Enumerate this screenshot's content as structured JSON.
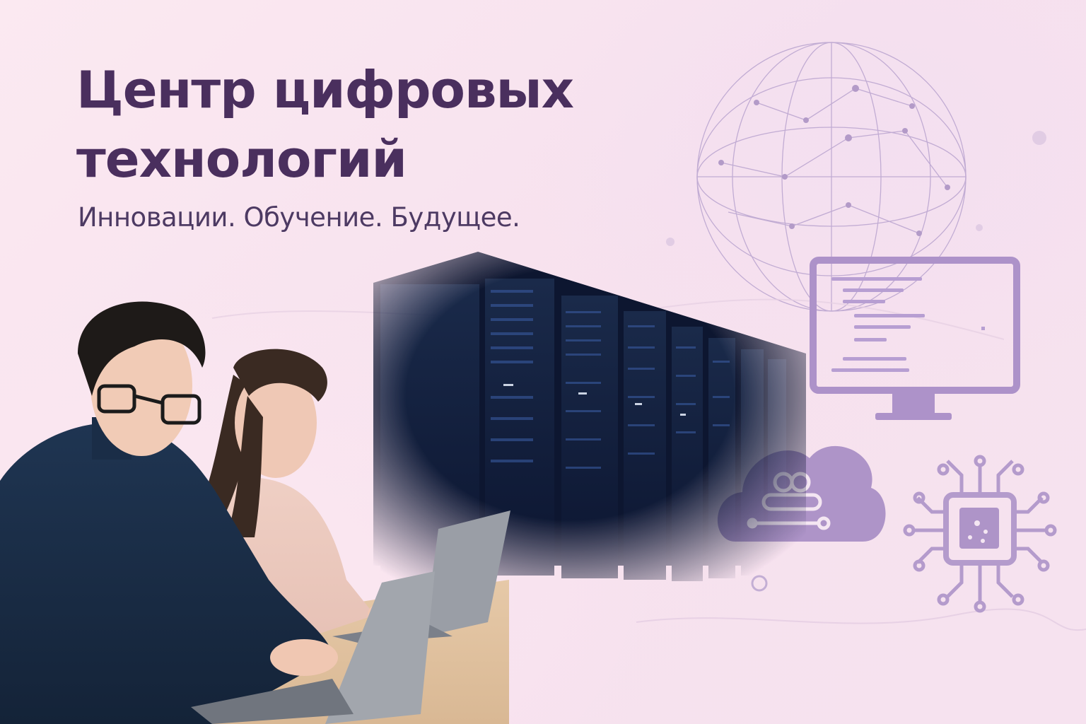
{
  "hero": {
    "title_line1": "Центр цифровых",
    "title_line2": "технологий",
    "tagline": "Инновации. Обучение. Будущее."
  },
  "colors": {
    "background": "#fae6f0",
    "title": "#4a2f5e",
    "tagline": "#4d3a63",
    "icon": "#a98cc4",
    "icon_dark": "#8f72b0",
    "server_rack": "#0f1a33"
  },
  "icons": [
    "globe-network-icon",
    "monitor-code-icon",
    "cloud-icon",
    "chip-icon"
  ]
}
